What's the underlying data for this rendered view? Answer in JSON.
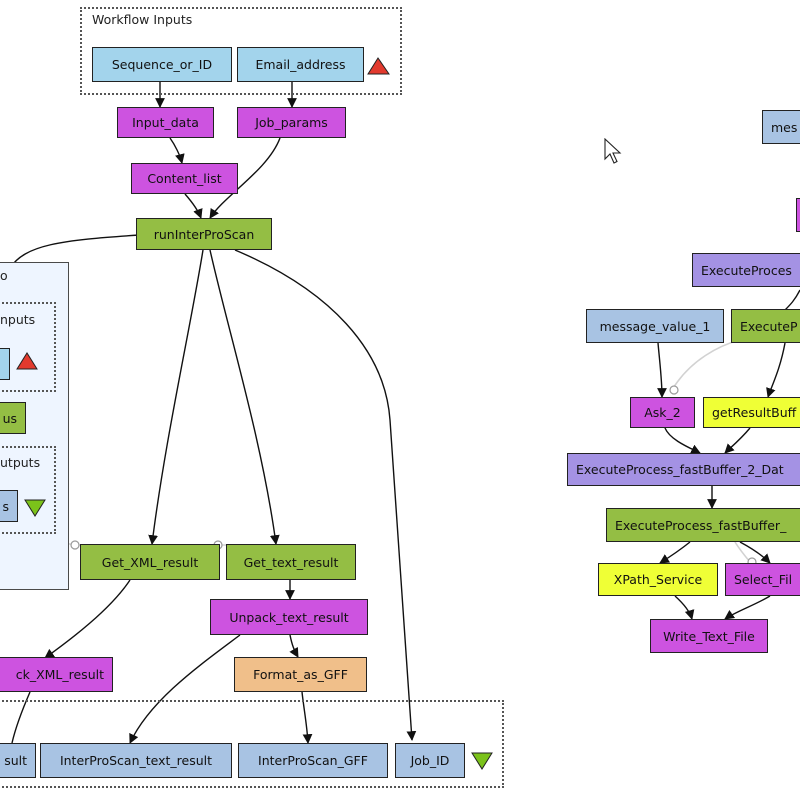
{
  "clusters": {
    "workflow_inputs": "Workflow Inputs",
    "workflow_outputs": "",
    "nested_inputs": "nputs",
    "nested_outputs": "utputs",
    "nested_title": "o"
  },
  "nodes": {
    "sequence_or_id": "Sequence_or_ID",
    "email_address": "Email_address",
    "input_data": "Input_data",
    "job_params": "Job_params",
    "content_list": "Content_list",
    "run_interproscan": "runInterProScan",
    "get_xml_result": "Get_XML_result",
    "get_text_result": "Get_text_result",
    "unpack_text_result": "Unpack_text_result",
    "unpack_xml_result": "ck_XML_result",
    "format_as_gff": "Format_as_GFF",
    "out_xml_result": "sult",
    "interproscan_text_result": "InterProScan_text_result",
    "interproscan_gff": "InterProScan_GFF",
    "job_id": "Job_ID",
    "nested_status": "us",
    "nested_output": "s",
    "mes": "mes",
    "execute_process_top": "ExecuteProces",
    "message_value_1": "message_value_1",
    "execute_green_top": "ExecuteP",
    "ask_2": "Ask_2",
    "get_result_buffer": "getResultBuff",
    "execute_fastbuffer_2_data": "ExecuteProcess_fastBuffer_2_Dat",
    "execute_fastbuffer_green": "ExecuteProcess_fastBuffer_",
    "xpath_service": "XPath_Service",
    "select_file": "Select_Fil",
    "write_text_file": "Write_Text_File"
  },
  "colors": {
    "input": "#a3d4ec",
    "beanshell": "#cd53e0",
    "wsdl": "#94be44",
    "local_worker": "#f0bf8a",
    "output": "#a8c3e3",
    "execute_process": "#a492e4",
    "xpath": "#efff36",
    "input_port_marker": "#e23a2e",
    "output_port_marker": "#7bc21a"
  },
  "icons": {
    "input_port": "red-triangle-up-icon",
    "output_port": "green-triangle-down-icon",
    "cursor": "mouse-pointer-icon"
  }
}
